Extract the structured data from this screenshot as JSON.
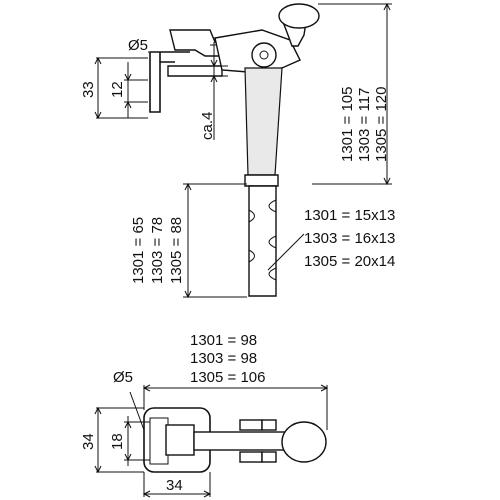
{
  "labels": {
    "dia_top": "Ø5",
    "dim_33": "33",
    "dim_12": "12",
    "dim_ca4": "ca.4",
    "heights_top": [
      "1301 = 105",
      "1303 = 117",
      "1305 = 120"
    ],
    "heights_bottom": [
      "1301 = 65",
      "1303 = 78",
      "1305 = 88"
    ],
    "sizes": [
      "1301 = 15x13",
      "1303 = 16x13",
      "1305 = 20x14"
    ],
    "lengths": [
      "1301 =  98",
      "1303 =  98",
      "1305 = 106"
    ],
    "dia_bottom": "Ø5",
    "dim_34_v": "34",
    "dim_18": "18",
    "dim_34_h": "34"
  }
}
